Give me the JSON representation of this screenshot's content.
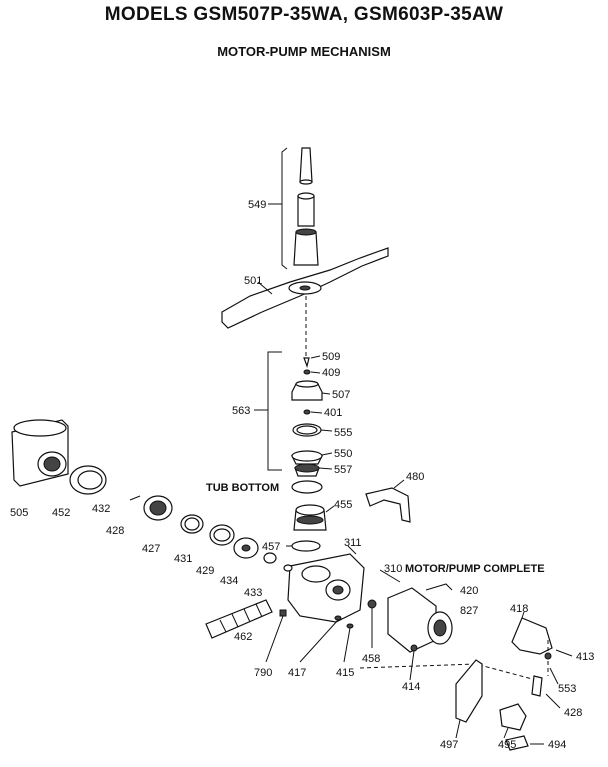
{
  "header": {
    "title": "MODELS GSM507P-35WA, GSM603P-35AW",
    "subtitle": "MOTOR-PUMP MECHANISM"
  },
  "notes": {
    "tub_bottom": "TUB BOTTOM",
    "motor_pump_complete": "MOTOR/PUMP COMPLETE"
  },
  "parts": {
    "p549": "549",
    "p501": "501",
    "p509": "509",
    "p409": "409",
    "p507": "507",
    "p563": "563",
    "p401": "401",
    "p555": "555",
    "p550": "550",
    "p557": "557",
    "p480": "480",
    "p455": "455",
    "p505": "505",
    "p452": "452",
    "p432": "432",
    "p428a": "428",
    "p427": "427",
    "p431": "431",
    "p429": "429",
    "p434": "434",
    "p457": "457",
    "p311": "311",
    "p310": "310",
    "p433": "433",
    "p420": "420",
    "p827": "827",
    "p462": "462",
    "p418": "418",
    "p413": "413",
    "p790": "790",
    "p417": "417",
    "p415": "415",
    "p458": "458",
    "p414": "414",
    "p553": "553",
    "p428b": "428",
    "p497": "497",
    "p495": "495",
    "p494": "494"
  }
}
